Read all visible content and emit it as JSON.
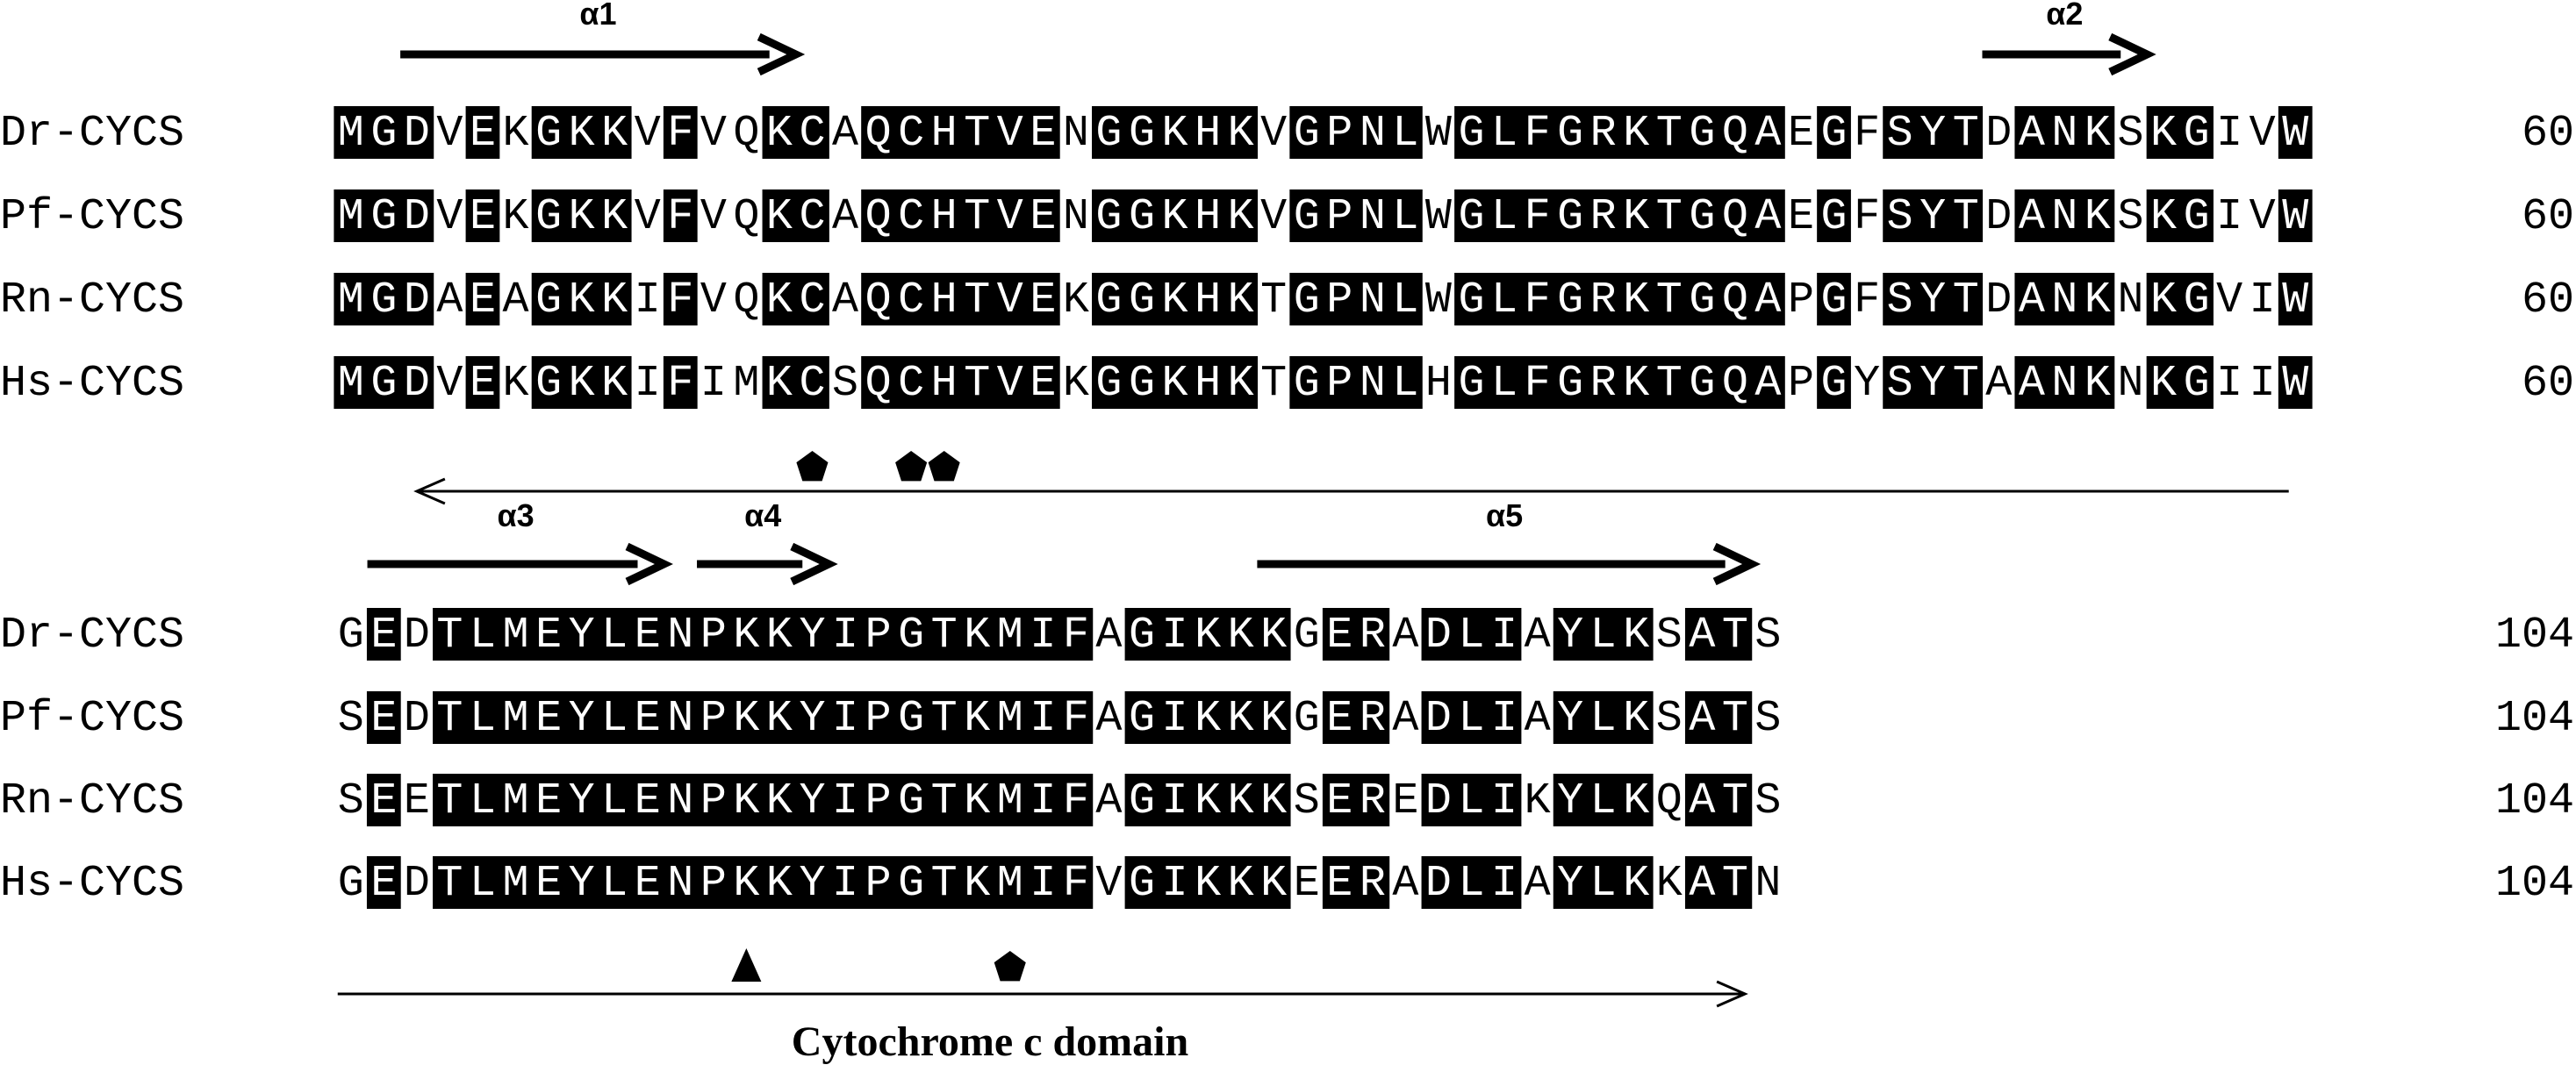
{
  "colors": {
    "conserved_bg": "#000000",
    "conserved_fg": "#ffffff",
    "other_fg": "#000000",
    "arrow": "#000000"
  },
  "blocks": [
    {
      "rows": [
        {
          "name": "Dr-CYCS",
          "seq": "MGDVEKGKKVFVQKCAQCHTVENGGKHKVGPNLWGLFGRKTGQAEGFSYTDANKSKGIVW",
          "end": "60"
        },
        {
          "name": "Pf-CYCS",
          "seq": "MGDVEKGKKVFVQKCAQCHTVENGGKHKVGPNLWGLFGRKTGQAEGFSYTDANKSKGIVW",
          "end": "60"
        },
        {
          "name": "Rn-CYCS",
          "seq": "MGDAEAGKKIFVQKCAQCHTVEKGGKHKTGPNLWGLFGRKTGQAPGFSYTDANKNKGVIW",
          "end": "60"
        },
        {
          "name": "Hs-CYCS",
          "seq": "MGDVEKGKKIFIMKCSQCHTVEKGGKHKTGPNLHGLFGRKTGQAPGYSYTAANKNKGIIW",
          "end": "60"
        }
      ],
      "helices": [
        {
          "label": "α1",
          "from": 2,
          "to": 13
        },
        {
          "label": "α2",
          "from": 50,
          "to": 54
        }
      ],
      "markers": [
        {
          "shape": "pentagon",
          "pos": 14
        },
        {
          "shape": "pentagon",
          "pos": 17
        },
        {
          "shape": "pentagon",
          "pos": 18
        }
      ],
      "domain_arrow": {
        "from": 2.5,
        "to": 59.3,
        "direction": "left"
      }
    },
    {
      "rows": [
        {
          "name": "Dr-CYCS",
          "seq": "GEDTLMEYLENPKKYIPGTKMIFAGIKKKGERADLIAYLKSATS",
          "end": "104"
        },
        {
          "name": "Pf-CYCS",
          "seq": "SEDTLMEYLENPKKYIPGTKMIFAGIKKKGERADLIAYLKSATS",
          "end": "104"
        },
        {
          "name": "Rn-CYCS",
          "seq": "SEETLMEYLENPKKYIPGTKMIFAGIKKKSEREDLIKYLKQATS",
          "end": "104"
        },
        {
          "name": "Hs-CYCS",
          "seq": "GEDTLMEYLENPKKYIPGTKMIFVGIKKKEERADLIAYLKKATN",
          "end": "104"
        }
      ],
      "helices": [
        {
          "label": "α3",
          "from": 1,
          "to": 9
        },
        {
          "label": "α4",
          "from": 11,
          "to": 14
        },
        {
          "label": "α5",
          "from": 28,
          "to": 42
        }
      ],
      "markers": [
        {
          "shape": "triangle",
          "pos": 12
        },
        {
          "shape": "pentagon",
          "pos": 20
        }
      ],
      "domain_arrow": {
        "from": 0.1,
        "to": 42.8,
        "direction": "right"
      }
    }
  ],
  "domain_label": "Cytochrome c domain"
}
